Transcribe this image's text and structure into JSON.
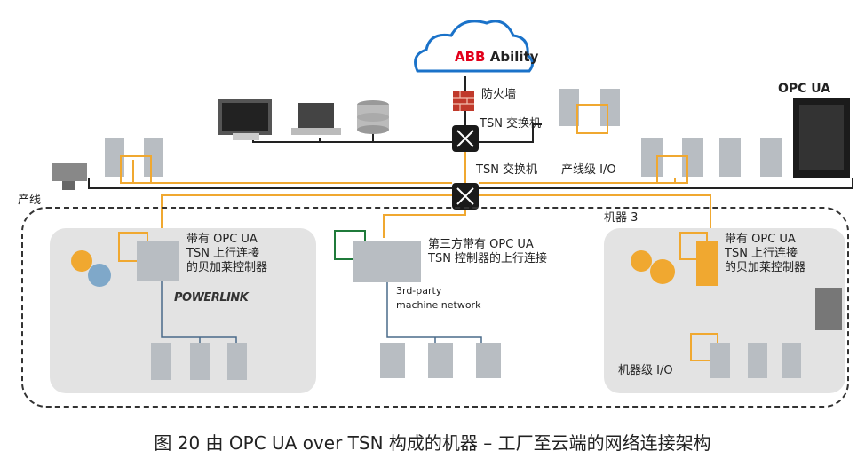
{
  "cloud": {
    "brand": "ABB",
    "product": "Ability"
  },
  "labels": {
    "firewall": "防火墙",
    "tsn_switch_top": "TSN 交换机",
    "tsn_switch_mid": "TSN 交换机",
    "line_io": "产线级 I/O",
    "production_line": "产线",
    "machine3": "机器 3",
    "left_box": [
      "带有 OPC UA",
      "TSN 上行连接",
      "的贝加莱控制器"
    ],
    "center_box": [
      "第三方带有 OPC UA",
      "TSN 控制器的上行连接"
    ],
    "right_box": [
      "带有 OPC UA",
      "TSN 上行连接",
      "的贝加莱控制器"
    ],
    "third_party": [
      "3rd-party",
      "machine network"
    ],
    "powerlink": "POWERLINK",
    "machine_io": "机器级 I/O",
    "opcua_logo": "OPC UA"
  },
  "caption": "图 20  由 OPC UA over TSN 构成的机器 – 工厂至云端的网络连接架构",
  "colors": {
    "tsn_line": "#f0a830",
    "cloud": "#1a72c9",
    "abb_red": "#e2001a",
    "panel": "#e3e3e3",
    "device": "#b8bdc2"
  }
}
